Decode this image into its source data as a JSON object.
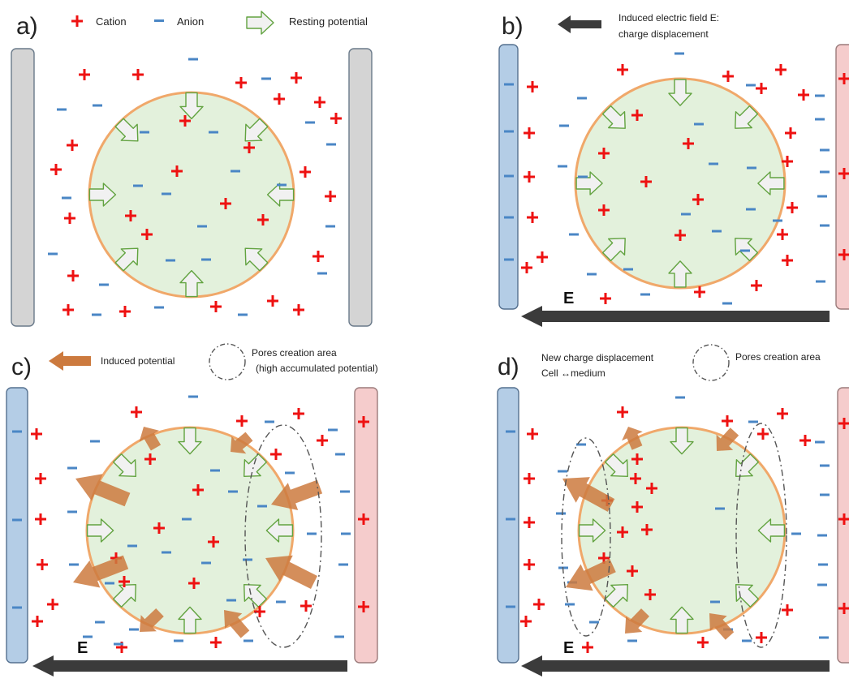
{
  "panels": [
    {
      "label": "a)",
      "legend": [
        {
          "icon": "cation-plus-icon",
          "text": "Cation"
        },
        {
          "icon": "anion-minus-icon",
          "text": "Anion"
        },
        {
          "icon": "resting-arrow-icon",
          "text": "Resting potential"
        }
      ]
    },
    {
      "label": "b)",
      "legend": [
        {
          "icon": "field-arrow-icon",
          "text": "Induced electric field E:",
          "text2": "charge displacement"
        }
      ],
      "field_label": "E"
    },
    {
      "label": "c)",
      "legend": [
        {
          "icon": "induced-arrow-icon",
          "text": "Induced potential"
        },
        {
          "icon": "pore-circle-icon",
          "text": "Pores creation area",
          "text2": "(high accumulated potential)"
        }
      ],
      "field_label": "E"
    },
    {
      "label": "d)",
      "legend": [
        {
          "text": "New charge displacement",
          "text2": "Cell ↔medium"
        },
        {
          "icon": "pore-circle-icon",
          "text": "Pores creation area"
        }
      ],
      "field_label": "E"
    }
  ],
  "colors": {
    "cation": "#ee1111",
    "anion": "#4a86c5",
    "cell_fill": "#e3f1dc",
    "cell_stroke": "#f0a86a",
    "resting_fill": "#f1f1f1",
    "resting_stroke": "#62a340",
    "induced": "#cc7a3e",
    "field": "#3b3b3b",
    "neutral_electrode": "#d4d4d4",
    "negative_electrode": "#b4cde6",
    "positive_electrode": "#f5cccc",
    "pore": "#555555"
  }
}
